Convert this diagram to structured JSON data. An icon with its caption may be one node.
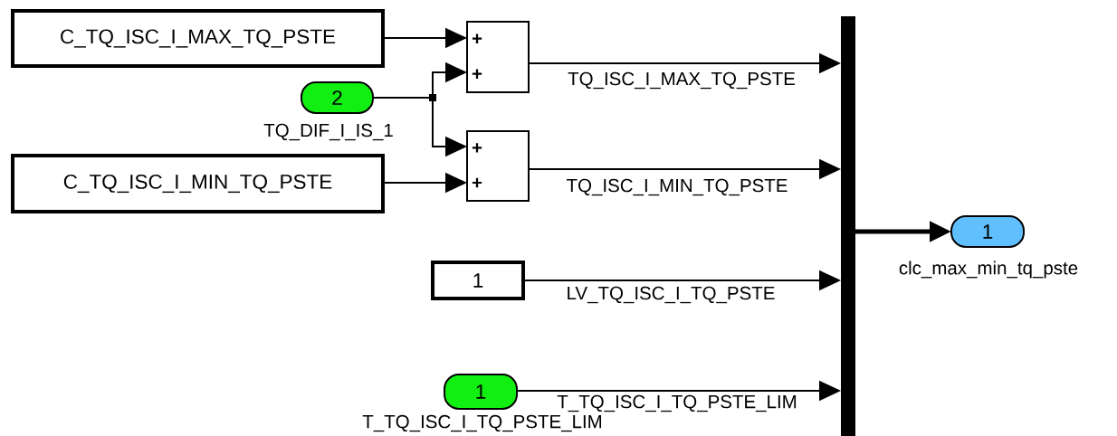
{
  "diagram": {
    "nodes": [
      {
        "text": [
          "C_TQ_ISC_I_MAX_TQ_PSTE"
        ]
      },
      {
        "text": [
          "2"
        ],
        "beside": [
          "TQ_DIF_I_IS_1"
        ]
      },
      {
        "text": [
          "+",
          "+"
        ]
      },
      {
        "text": [
          "C_TQ_ISC_I_MIN_TQ_PSTE"
        ]
      },
      {
        "text": [
          "+",
          "+"
        ]
      },
      {
        "text": [
          "1"
        ]
      },
      {
        "text": [
          "1"
        ],
        "beside": [
          "T_TQ_ISC_I_TQ_PSTE_LIM"
        ]
      },
      {
        "text": [],
        "shape": "bar"
      },
      {
        "text": [
          "1"
        ],
        "beside": [
          "clc_max_min_tq_pste"
        ]
      }
    ],
    "edges": [
      {
        "from": 0,
        "to": 2,
        "arrow": "to"
      },
      {
        "from": 1,
        "to": 2,
        "arrow": "to"
      },
      {
        "from": 1,
        "to": 4,
        "arrow": "to"
      },
      {
        "from": 3,
        "to": 4,
        "arrow": "to"
      },
      {
        "from": 2,
        "to": 7,
        "arrow": "to",
        "label": "TQ_ISC_I_MAX_TQ_PSTE"
      },
      {
        "from": 4,
        "to": 7,
        "arrow": "to",
        "label": "TQ_ISC_I_MIN_TQ_PSTE"
      },
      {
        "from": 5,
        "to": 7,
        "arrow": "to",
        "label": "LV_TQ_ISC_I_TQ_PSTE"
      },
      {
        "from": 6,
        "to": 7,
        "arrow": "to",
        "label": "T_TQ_ISC_I_TQ_PSTE_LIM"
      },
      {
        "from": 7,
        "to": 8,
        "arrow": "to",
        "style": "thick"
      }
    ]
  }
}
